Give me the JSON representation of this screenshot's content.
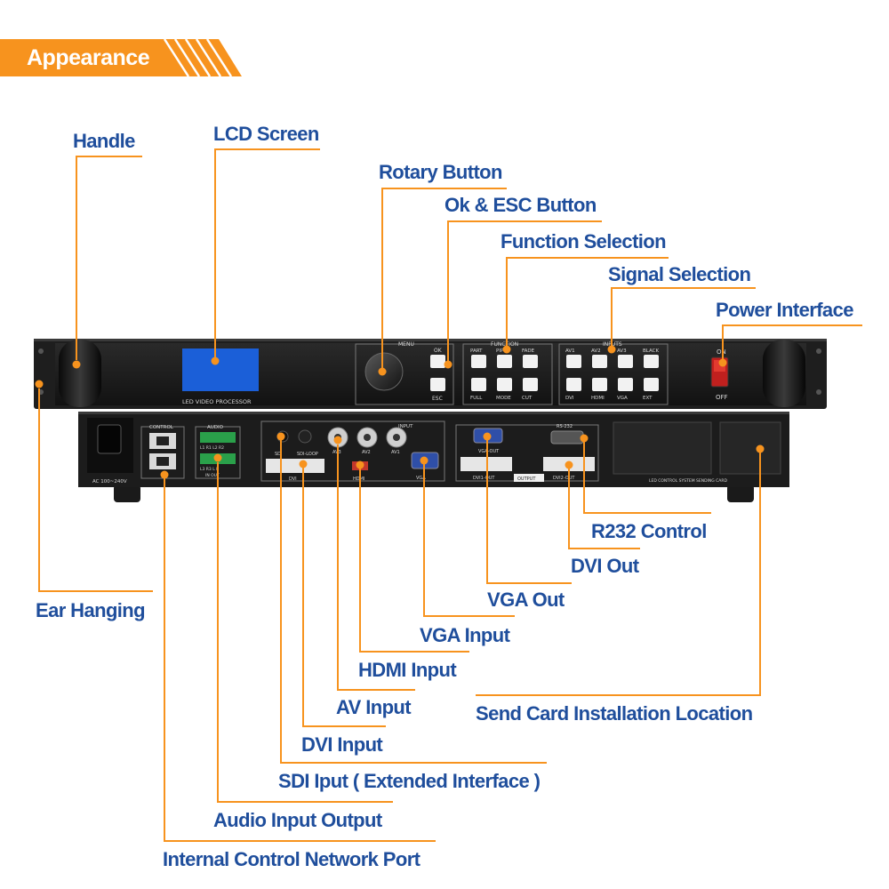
{
  "header": {
    "title": "Appearance",
    "accent_color": "#f7931e"
  },
  "device": {
    "lcd_text": "LED VIDEO PROCESSOR",
    "menu_label": "MENU",
    "ok_label": "OK",
    "esc_label": "ESC",
    "function_label": "FUNCTION",
    "function_buttons": [
      "PART",
      "PIP",
      "FADE",
      "FULL",
      "MODE",
      "CUT"
    ],
    "inputs_label": "INPUTS",
    "input_buttons": [
      "AV1",
      "AV2",
      "AV3",
      "BLACK",
      "DVI",
      "HDMI",
      "VGA",
      "EXT"
    ],
    "power_on": "ON",
    "power_off": "OFF",
    "rear": {
      "ac": "AC 100~240V",
      "control": "CONTROL",
      "audio": "AUDIO",
      "audio_row1": "L1  R1  L2  R2",
      "audio_row2": "L3  R3  L  R",
      "audio_io": "IN    OUT",
      "sdi": "SDI",
      "sdi_loop": "SDI-LOOP",
      "dvi": "DVI",
      "av3": "AV3",
      "av2": "AV2",
      "av1": "AV1",
      "input": "INPUT",
      "hdmi": "HDMI",
      "vga": "VGA",
      "vga_out": "VGA-OUT",
      "rs232": "RS-232",
      "dvi1_out": "DVI1-OUT",
      "output": "OUTPUT",
      "dvi2_out": "DVI2-OUT",
      "send_card": "LED CONTROL SYSTEM SENDING CARD"
    }
  },
  "labels": {
    "handle": "Handle",
    "lcd_screen": "LCD Screen",
    "rotary_button": "Rotary Button",
    "ok_esc_button": "Ok & ESC Button",
    "function_selection": "Function Selection",
    "signal_selection": "Signal Selection",
    "power_interface": "Power Interface",
    "r232_control": "R232 Control",
    "dvi_out": "DVI Out",
    "vga_out": "VGA Out",
    "ear_hanging": "Ear Hanging",
    "vga_input": "VGA Input",
    "hdmi_input": "HDMI Input",
    "av_input": "AV Input",
    "send_card_location": "Send Card Installation Location",
    "dvi_input": "DVI Input",
    "sdi_input": "SDI Iput ( Extended Interface )",
    "audio_io": "Audio Input Output",
    "network_port": "Internal Control Network Port"
  }
}
